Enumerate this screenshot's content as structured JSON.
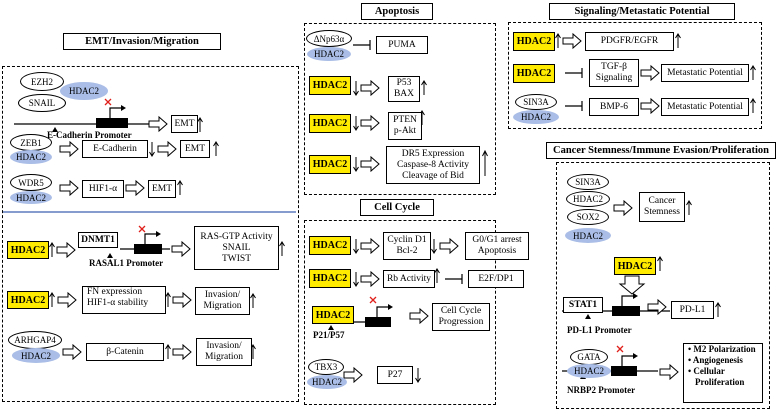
{
  "titles": {
    "emt": "EMT/Invasion/Migration",
    "apoptosis": "Apoptosis",
    "signaling": "Signaling/Metastatic Potential",
    "cellcycle": "Cell Cycle",
    "stemness": "Cancer Stemness/Immune Evasion/Proliferation"
  },
  "emt": {
    "r1": {
      "ezh2": "EZH2",
      "snail": "SNAIL",
      "hdac2": "HDAC2",
      "promoter": "E-Cadherin  Promoter",
      "emt": "EMT"
    },
    "r2": {
      "zeb1": "ZEB1",
      "hdac2": "HDAC2",
      "ecad": "E-Cadherin",
      "emt": "EMT"
    },
    "r3": {
      "wdr5": "WDR5",
      "hdac2": "HDAC2",
      "hif": "HIF1-α",
      "emt": "EMT"
    },
    "r4": {
      "hdac2": "HDAC2",
      "dnmt1": "DNMT1",
      "promoter": "RASAL1 Promoter",
      "out1": "RAS-GTP Activity",
      "out2": "SNAIL",
      "out3": "TWIST"
    },
    "r5": {
      "hdac2": "HDAC2",
      "l1": "FN expression",
      "l2": "HIF1-α stability",
      "o1": "Invasion/",
      "o2": "Migration"
    },
    "r6": {
      "arhgap4": "ARHGAP4",
      "hdac2": "HDAC2",
      "cat": "β-Catenin",
      "o1": "Invasion/",
      "o2": "Migration"
    }
  },
  "apop": {
    "r1": {
      "np63": "ΔNp63α",
      "hdac2": "HDAC2",
      "puma": "PUMA"
    },
    "r2": {
      "hdac2": "HDAC2",
      "l1": "P53",
      "l2": "BAX"
    },
    "r3": {
      "hdac2": "HDAC2",
      "l1": "PTEN",
      "l2": "p-Akt"
    },
    "r4": {
      "hdac2": "HDAC2",
      "l1": "DR5 Expression",
      "l2": "Caspase-8 Activity",
      "l3": "Cleavage of Bid"
    }
  },
  "sig": {
    "r1": {
      "hdac2": "HDAC2",
      "out": "PDGFR/EGFR"
    },
    "r2": {
      "hdac2": "HDAC2",
      "l1": "TGF-β",
      "l2": "Signaling",
      "out": "Metastatic Potential"
    },
    "r3": {
      "sin3a": "SIN3A",
      "hdac2": "HDAC2",
      "bmp": "BMP-6",
      "out": "Metastatic Potential"
    }
  },
  "cc": {
    "r1": {
      "hdac2": "HDAC2",
      "l1": "Cyclin D1",
      "l2": "Bcl-2",
      "o1": "G0/G1 arrest",
      "o2": "Apoptosis"
    },
    "r2": {
      "hdac2": "HDAC2",
      "rb": "Rb Activity",
      "e2f": "E2F/DP1"
    },
    "r3": {
      "hdac2": "HDAC2",
      "promoter": "P21/P57",
      "o1": "Cell Cycle",
      "o2": "Progression"
    },
    "r4": {
      "tbx3": "TBX3",
      "hdac2": "HDAC2",
      "p27": "P27"
    }
  },
  "stem": {
    "r1": {
      "sin3a": "SIN3A",
      "hdac2a": "HDAC2",
      "sox2": "SOX2",
      "hdac2b": "HDAC2",
      "o1": "Cancer",
      "o2": "Stemness"
    },
    "r2": {
      "hdac2": "HDAC2",
      "stat1": "STAT1",
      "promoter": "PD-L1 Promoter",
      "pdl1": "PD-L1"
    },
    "r3": {
      "gata": "GATA",
      "hdac2": "HDAC2",
      "promoter": "NRBP2 Promoter",
      "b1": "M2 Polarization",
      "b2": "Angiogenesis",
      "b3a": "Cellular",
      "b3b": "Proliferation"
    }
  },
  "colors": {
    "highlight": "#ffeb00",
    "oval_blue": "#a9bde6",
    "divider": "#3d5fb0",
    "cross": "#e0201b"
  }
}
